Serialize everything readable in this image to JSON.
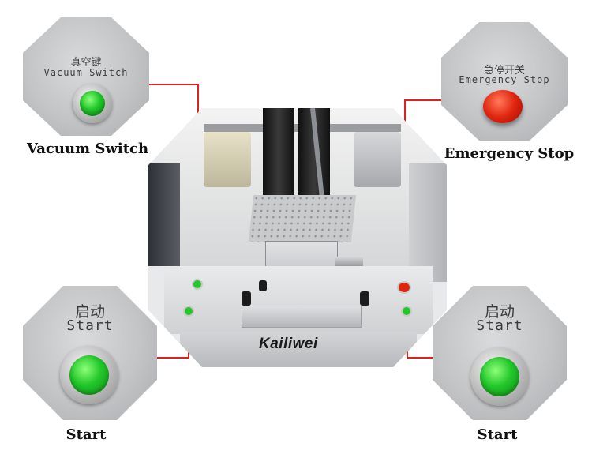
{
  "vacuum": {
    "cn": "真空键",
    "en": "Vacuum Switch",
    "caption": "Vacuum Switch"
  },
  "emergency": {
    "cn": "急停开关",
    "en": "Emergency Stop",
    "caption": "Emergency Stop"
  },
  "start_left": {
    "cn": "启动",
    "en": "Start",
    "caption": "Start"
  },
  "start_right": {
    "cn": "启动",
    "en": "Start",
    "caption": "Start"
  },
  "machine": {
    "brand": "Kailiwei"
  },
  "colors": {
    "connector_line": "#e02020",
    "lamp_green": "#22c72a",
    "estop_red": "#e0250f"
  }
}
